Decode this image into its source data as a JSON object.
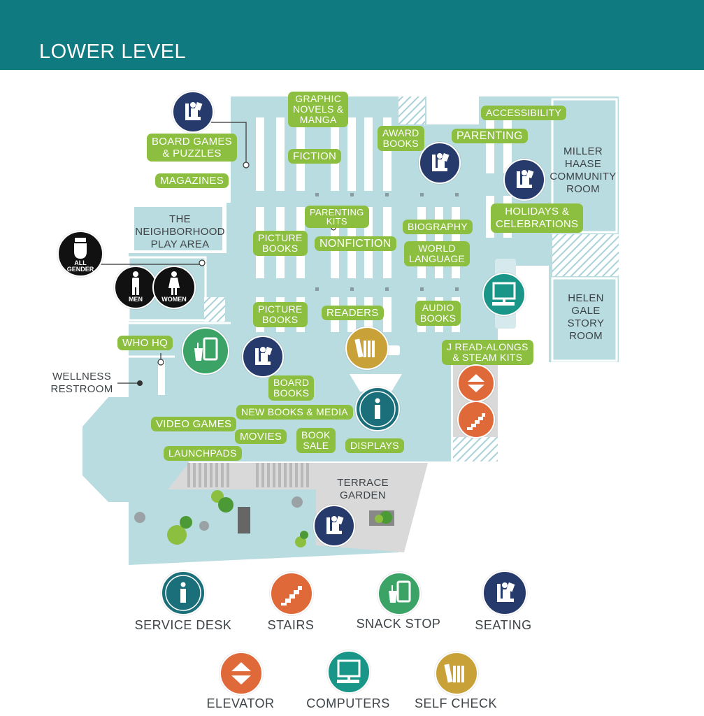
{
  "header": {
    "title": "LOWER LEVEL"
  },
  "colors": {
    "header": "#0f7a80",
    "floor": "#b9dce1",
    "label": "#8cbf3f",
    "seating": "#263a6b",
    "stairs": "#e0693a",
    "snack": "#3aa365",
    "computers": "#1a9688",
    "service": "#1a6f7a",
    "self_check": "#c8a238",
    "restroom": "#111111"
  },
  "labels": {
    "graphic_novels": "GRAPHIC\nNOVELS &\nMANGA",
    "accessibility": "ACCESSIBILITY",
    "award_books": "AWARD\nBOOKS",
    "parenting": "PARENTING",
    "board_games": "BOARD GAMES\n& PUZZLES",
    "fiction": "FICTION",
    "magazines": "MAGAZINES",
    "parenting_kits": "PARENTING\nKITS",
    "biography": "BIOGRAPHY",
    "holidays": "HOLIDAYS &\nCELEBRATIONS",
    "picture_books_1": "PICTURE\nBOOKS",
    "nonfiction": "NONFICTION",
    "world_language": "WORLD\nLANGUAGE",
    "picture_books_2": "PICTURE\nBOOKS",
    "readers": "READERS",
    "audio_books": "AUDIO\nBOOKS",
    "who_hq": "WHO HQ",
    "j_read_alongs": "J READ-ALONGS\n& STEAM KITS",
    "board_books": "BOARD\nBOOKS",
    "new_books": "NEW BOOKS & MEDIA",
    "video_games": "VIDEO GAMES",
    "movies": "MOVIES",
    "book_sale": "BOOK\nSALE",
    "displays": "DISPLAYS",
    "launchpads": "LAUNCHPADS"
  },
  "rooms": {
    "neighborhood": "THE\nNEIGHBORHOOD\nPLAY AREA",
    "miller": "MILLER\nHAASE\nCOMMUNITY\nROOM",
    "helen": "HELEN\nGALE\nSTORY\nROOM",
    "wellness": "WELLNESS\nRESTROOM",
    "terrace": "TERRACE\nGARDEN"
  },
  "restrooms": {
    "all_gender": "ALL\nGENDER",
    "men": "MEN",
    "women": "WOMEN"
  },
  "legend": [
    {
      "key": "service",
      "label": "SERVICE DESK",
      "icon": "info-icon"
    },
    {
      "key": "stairs",
      "label": "STAIRS",
      "icon": "stairs-icon"
    },
    {
      "key": "snack",
      "label": "SNACK STOP",
      "icon": "snack-icon"
    },
    {
      "key": "seating",
      "label": "SEATING",
      "icon": "seating-icon"
    },
    {
      "key": "elevator",
      "label": "ELEVATOR",
      "icon": "elevator-icon"
    },
    {
      "key": "computers",
      "label": "COMPUTERS",
      "icon": "computer-icon"
    },
    {
      "key": "self_check",
      "label": "SELF CHECK",
      "icon": "self-check-icon"
    }
  ]
}
